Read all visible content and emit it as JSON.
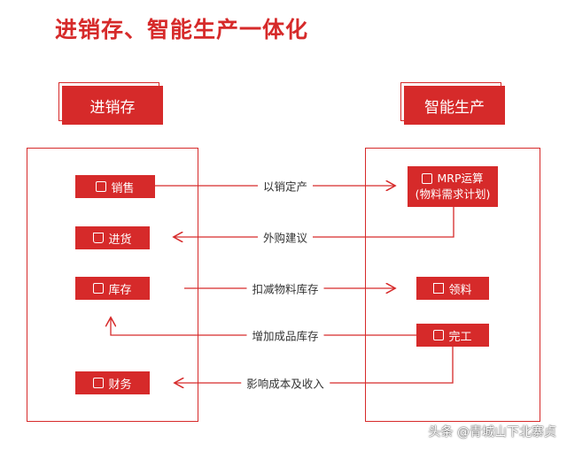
{
  "title": "进销存、智能生产一体化",
  "left_header": "进销存",
  "right_header": "智能生产",
  "left_nodes": {
    "sales": "销售",
    "purchase": "进货",
    "inventory": "库存",
    "finance": "财务"
  },
  "right_nodes": {
    "mrp_line1": "MRP运算",
    "mrp_line2": "(物料需求计划)",
    "material": "领料",
    "finish": "完工"
  },
  "edges": {
    "sell_to_produce": "以销定产",
    "purchase_advice": "外购建议",
    "deduct_material": "扣减物料库存",
    "add_product": "增加成品库存",
    "affect_cost": "影响成本及收入"
  },
  "watermark": "头条 @青城山下北寨贞",
  "colors": {
    "accent": "#d62a2a",
    "text": "#333333"
  }
}
